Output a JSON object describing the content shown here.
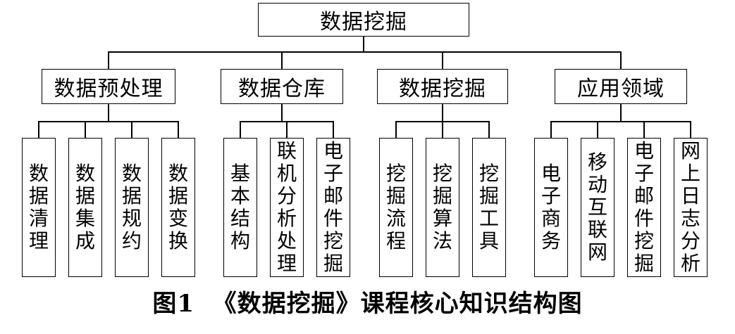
{
  "root": "数据挖掘",
  "categories": [
    {
      "label": "数据预处理",
      "children": [
        "数据清理",
        "数据集成",
        "数据规约",
        "数据变换"
      ]
    },
    {
      "label": "数据仓库",
      "children": [
        "基本结构",
        "联机分析处理",
        "电子邮件挖掘"
      ]
    },
    {
      "label": "数据挖掘",
      "children": [
        "挖掘流程",
        "挖掘算法",
        "挖掘工具"
      ]
    },
    {
      "label": "应用领域",
      "children": [
        "电子商务",
        "移动互联网",
        "电子邮件挖掘",
        "网上日志分析"
      ]
    }
  ],
  "caption": "图1  《数据挖掘》课程核心知识结构图"
}
